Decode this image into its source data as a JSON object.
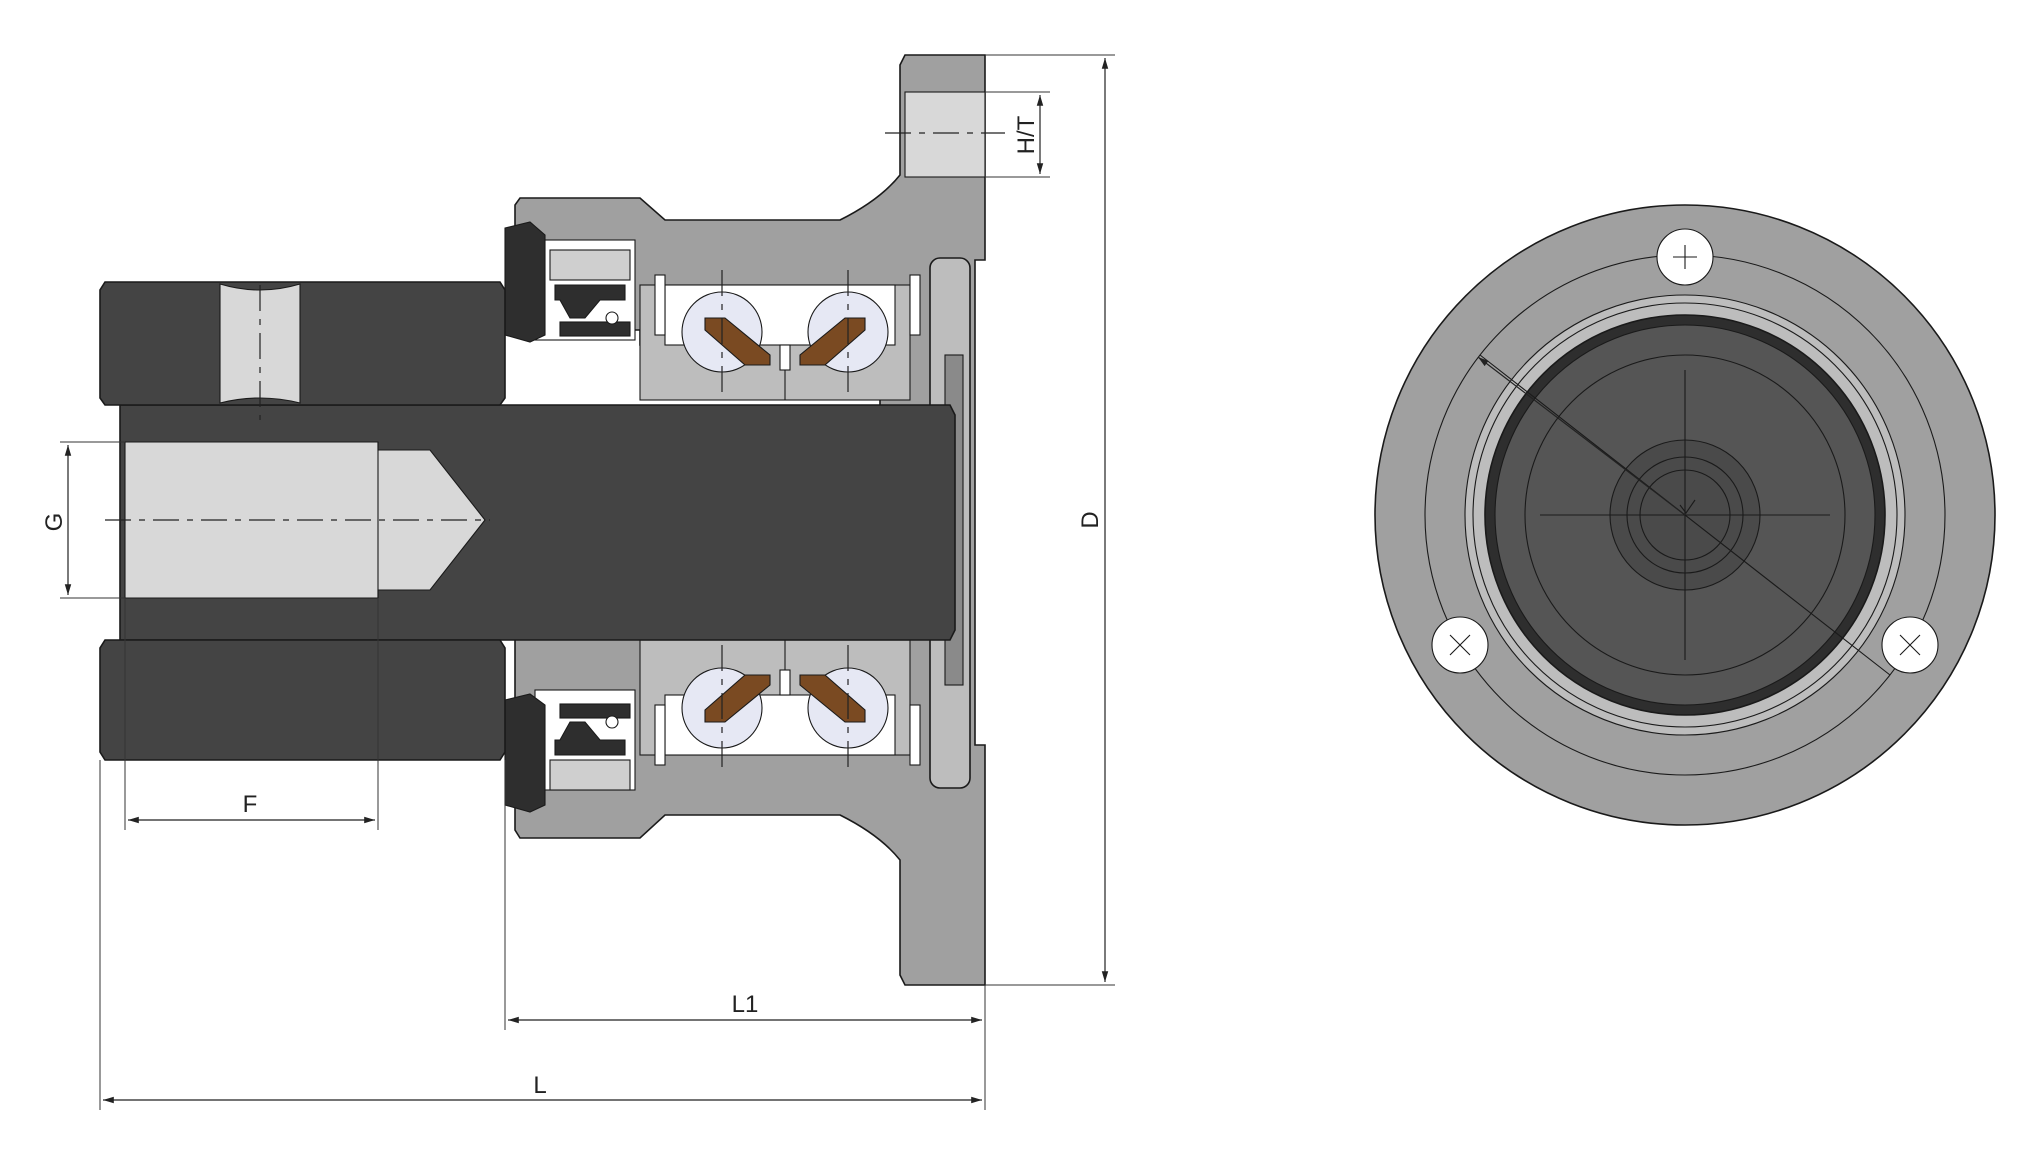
{
  "labels": {
    "dim_g": "G",
    "dim_f": "F",
    "dim_d": "D",
    "dim_ht": "H/T",
    "dim_l1": "L1",
    "dim_l": "L"
  },
  "colors": {
    "shaft_dark": "#444444",
    "housing_gray": "#a0a0a0",
    "bore_light": "#d8d8d8",
    "ring_gray": "#bdbdbd",
    "ball_blue": "#e6e8f4",
    "cage_brown": "#7a4a22",
    "seal_dark": "#2e2e2e",
    "line": "#1a1a1a"
  }
}
